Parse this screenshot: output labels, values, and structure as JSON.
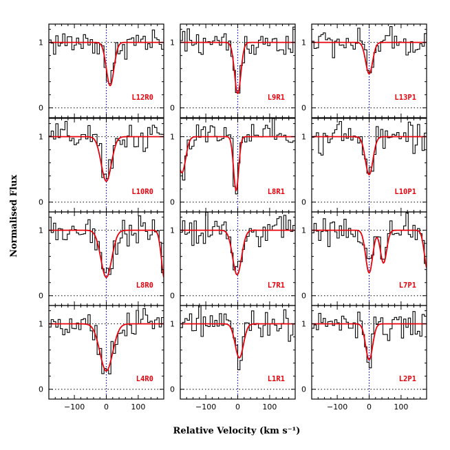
{
  "colors": {
    "data": "#000000",
    "model": "#e8000b",
    "zero_line": "#0000cc",
    "label": "#e8000b"
  },
  "chart_data": {
    "type": "line",
    "xlabel": "Relative Velocity (km s⁻¹)",
    "ylabel": "Normalised Flux",
    "xlim": [
      -180,
      180
    ],
    "ylim": [
      -0.15,
      1.28
    ],
    "x_ticks": [
      "-100",
      "0",
      "100"
    ],
    "y_ticks": [
      "0",
      "1"
    ],
    "zero_velocity_line": true,
    "continuum_level": 1,
    "grid": {
      "rows": 4,
      "cols": 3
    },
    "panels": [
      {
        "label": "L12R0",
        "lines": [
          {
            "v": 12,
            "depth": 0.66,
            "width": 12
          }
        ]
      },
      {
        "label": "L9R1",
        "lines": [
          {
            "v": 0,
            "depth": 0.78,
            "width": 10
          }
        ]
      },
      {
        "label": "L13P1",
        "lines": [
          {
            "v": 0,
            "depth": 0.48,
            "width": 11
          }
        ]
      },
      {
        "label": "L10R0",
        "lines": [
          {
            "v": 0,
            "depth": 0.68,
            "width": 16
          }
        ]
      },
      {
        "label": "L8R1",
        "lines": [
          {
            "v": -5,
            "depth": 0.82,
            "width": 8
          },
          {
            "v": -175,
            "depth": 0.55,
            "width": 12
          }
        ]
      },
      {
        "label": "L10P1",
        "lines": [
          {
            "v": 0,
            "depth": 0.58,
            "width": 12
          }
        ]
      },
      {
        "label": "L8R0",
        "lines": [
          {
            "v": 0,
            "depth": 0.72,
            "width": 17
          },
          {
            "v": 183,
            "depth": 0.75,
            "width": 10
          }
        ]
      },
      {
        "label": "L7R1",
        "lines": [
          {
            "v": -2,
            "depth": 0.68,
            "width": 14
          }
        ]
      },
      {
        "label": "L7P1",
        "lines": [
          {
            "v": 0,
            "depth": 0.65,
            "width": 11
          },
          {
            "v": 45,
            "depth": 0.5,
            "width": 10
          },
          {
            "v": 183,
            "depth": 0.6,
            "width": 10
          }
        ]
      },
      {
        "label": "L4R0",
        "lines": [
          {
            "v": 0,
            "depth": 0.72,
            "width": 20
          }
        ]
      },
      {
        "label": "L1R1",
        "lines": [
          {
            "v": 5,
            "depth": 0.52,
            "width": 13
          }
        ]
      },
      {
        "label": "L2P1",
        "lines": [
          {
            "v": 0,
            "depth": 0.55,
            "width": 11
          }
        ]
      }
    ]
  }
}
